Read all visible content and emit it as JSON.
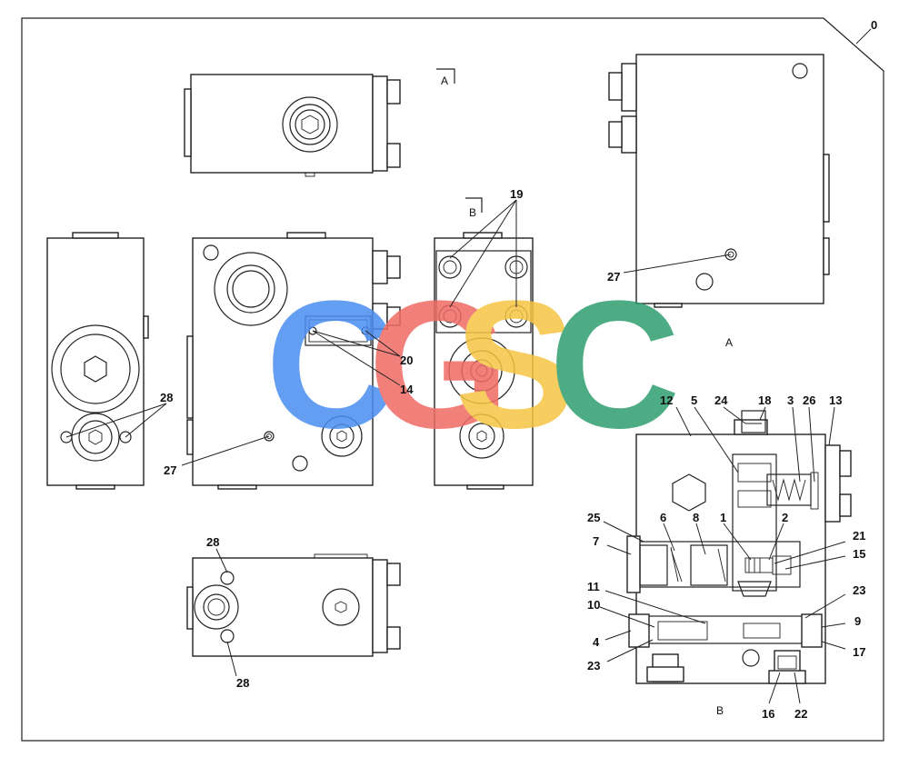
{
  "frame_label": "0",
  "view_labels": {
    "section_a_mark": "A",
    "section_b_mark": "B",
    "view_a_caption": "A",
    "view_b_caption": "B"
  },
  "part_labels": {
    "p1": "1",
    "p2": "2",
    "p3": "3",
    "p4": "4",
    "p5": "5",
    "p6": "6",
    "p7": "7",
    "p8": "8",
    "p9": "9",
    "p10": "10",
    "p11": "11",
    "p12": "12",
    "p13": "13",
    "p14": "14",
    "p15": "15",
    "p16": "16",
    "p17": "17",
    "p18": "18",
    "p19": "19",
    "p20": "20",
    "p21": "21",
    "p22": "22",
    "p23a": "23",
    "p23b": "23",
    "p24": "24",
    "p25": "25",
    "p26": "26",
    "p27a": "27",
    "p27b": "27",
    "p28a": "28",
    "p28b": "28",
    "p28c": "28"
  },
  "watermark": {
    "letters": [
      "C",
      "G",
      "S",
      "C"
    ],
    "colors": [
      "#4a8ef0",
      "#ef6b64",
      "#f5c542",
      "#2f9e6e"
    ]
  }
}
